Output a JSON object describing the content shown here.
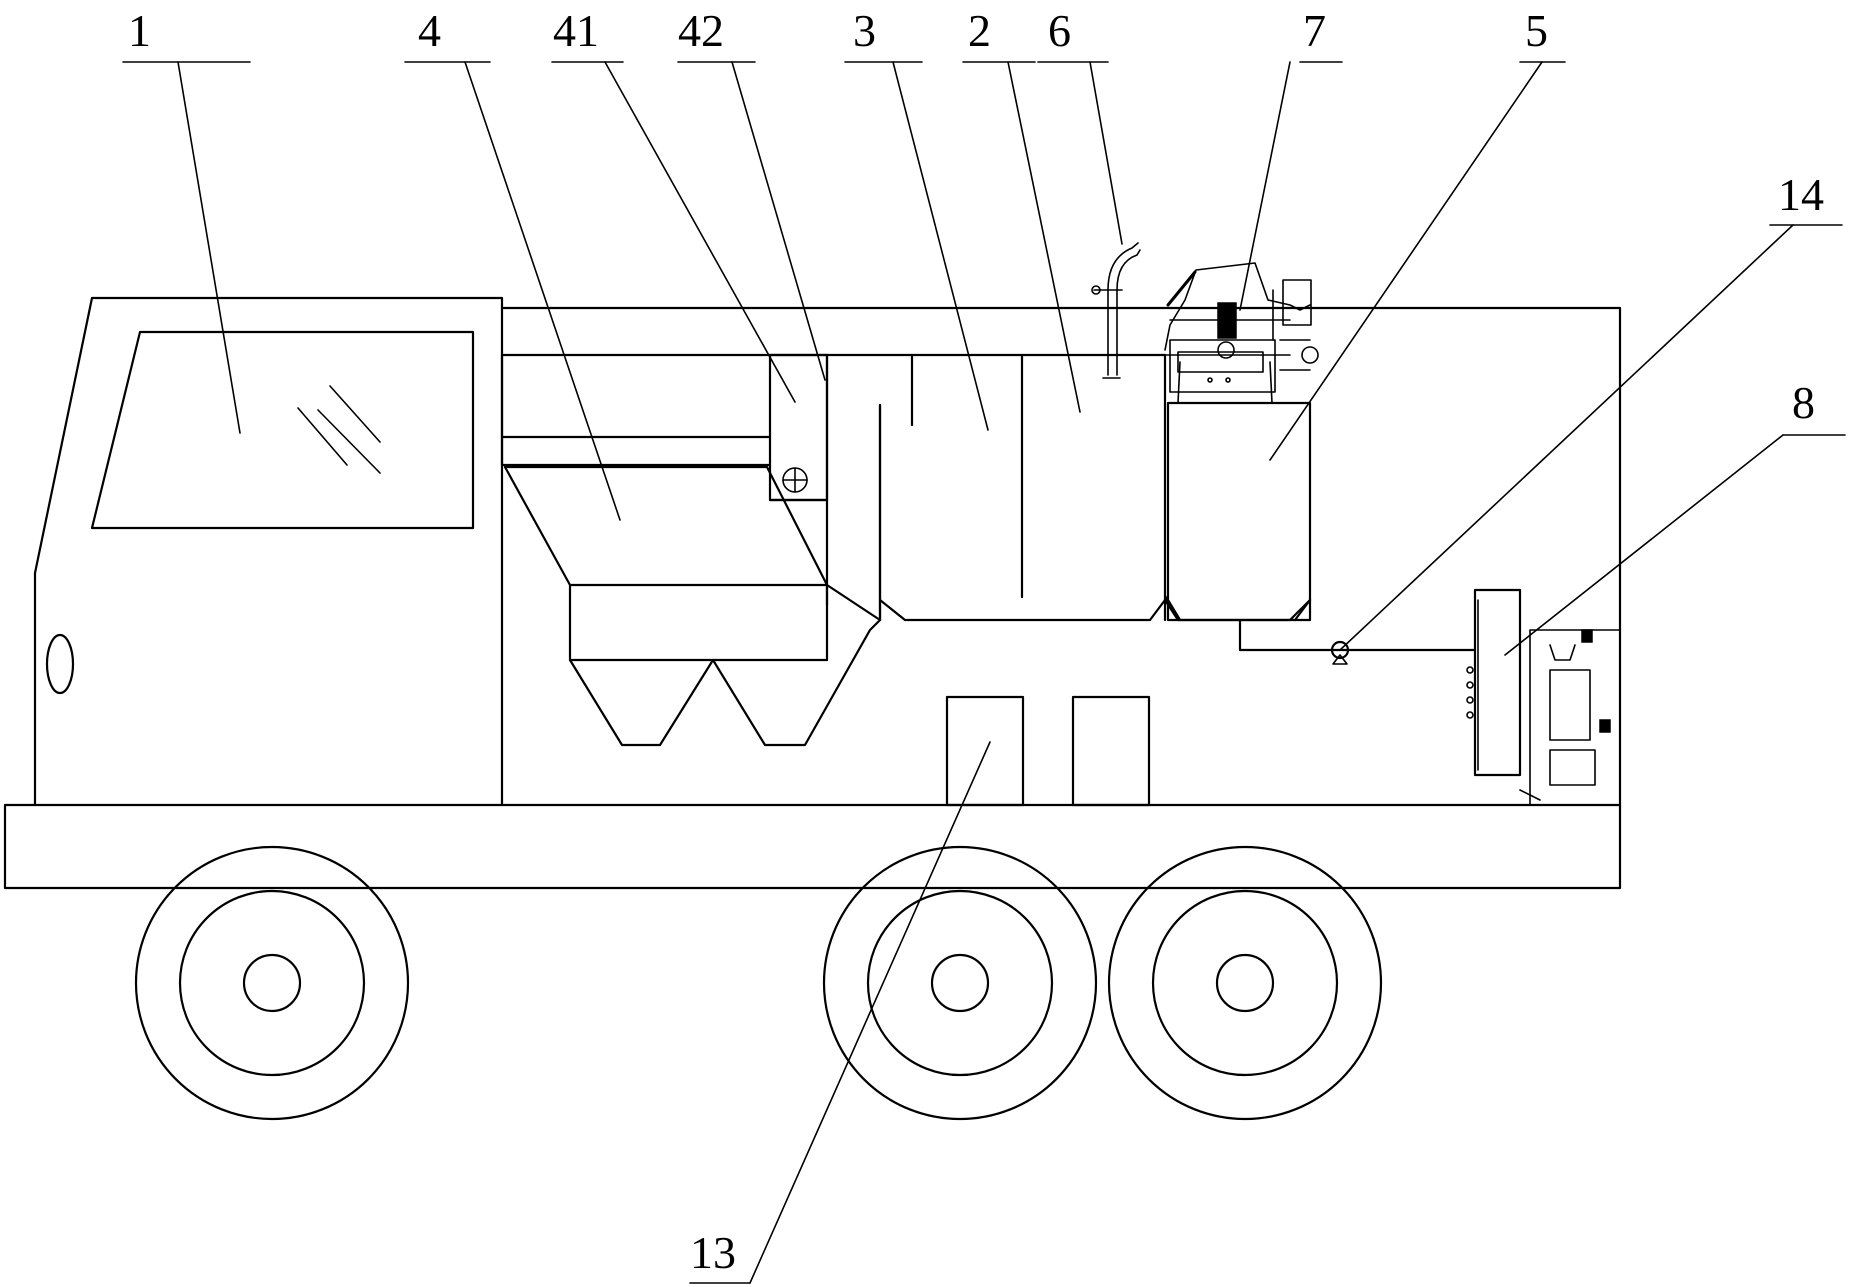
{
  "diagram": {
    "background": "#ffffff",
    "stroke_color": "#000000",
    "labels": [
      {
        "id": "1",
        "text": "1"
      },
      {
        "id": "4",
        "text": "4"
      },
      {
        "id": "41",
        "text": "41"
      },
      {
        "id": "42",
        "text": "42"
      },
      {
        "id": "3",
        "text": "3"
      },
      {
        "id": "2",
        "text": "2"
      },
      {
        "id": "6",
        "text": "6"
      },
      {
        "id": "7",
        "text": "7"
      },
      {
        "id": "5",
        "text": "5"
      },
      {
        "id": "14",
        "text": "14"
      },
      {
        "id": "8",
        "text": "8"
      },
      {
        "id": "13",
        "text": "13"
      }
    ],
    "icons": [
      "wheel-icon",
      "pump-icon",
      "valve-icon",
      "nozzle-icon"
    ]
  }
}
